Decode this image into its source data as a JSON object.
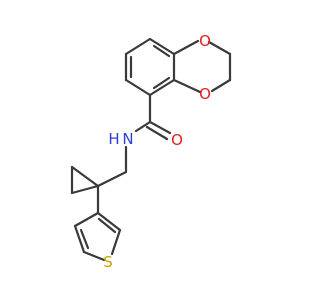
{
  "structure": {
    "atoms": [
      {
        "id": "o_upper",
        "label": "O",
        "color": "#e0201b"
      },
      {
        "id": "o_lower",
        "label": "O",
        "color": "#e0201b"
      },
      {
        "id": "o_carbonyl",
        "label": "O",
        "color": "#e0201b"
      },
      {
        "id": "n_amide",
        "label": "N",
        "color": "#2a3fd8"
      },
      {
        "id": "h_amide",
        "label": "H",
        "color": "#2a3fd8"
      },
      {
        "id": "s_thiophene",
        "label": "S",
        "color": "#c8a400"
      }
    ],
    "bond_color": "#3a3a3a"
  }
}
